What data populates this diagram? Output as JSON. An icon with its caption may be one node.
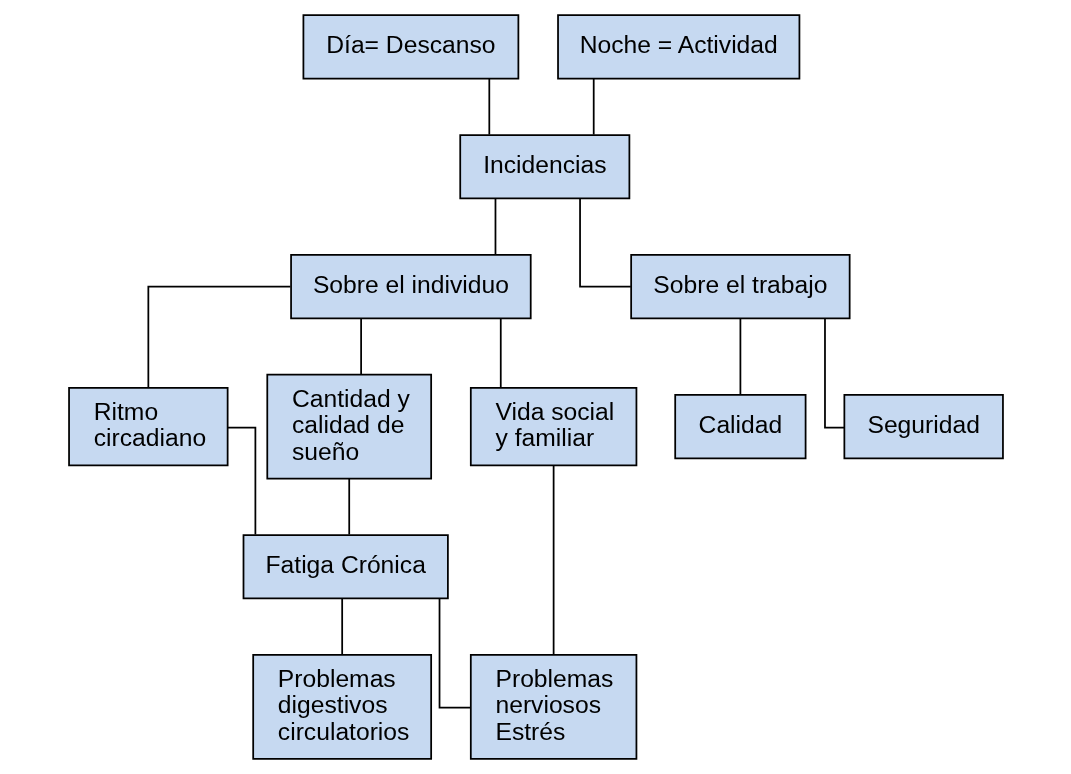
{
  "diagram": {
    "nodes": [
      {
        "text": [
          "Día= Descanso"
        ]
      },
      {
        "text": [
          "Noche = Actividad"
        ]
      },
      {
        "text": [
          "Incidencias"
        ]
      },
      {
        "text": [
          "Sobre el individuo"
        ]
      },
      {
        "text": [
          "Sobre el trabajo"
        ]
      },
      {
        "text": [
          "Ritmo circadiano"
        ]
      },
      {
        "text": [
          "Cantidad y calidad de sueño"
        ]
      },
      {
        "text": [
          "Vida social y familiar"
        ]
      },
      {
        "text": [
          "Calidad"
        ]
      },
      {
        "text": [
          "Seguridad"
        ]
      },
      {
        "text": [
          "Fatiga Crónica"
        ]
      },
      {
        "text": [
          "Problemas digestivos circulatorios"
        ]
      },
      {
        "text": [
          "Problemas nerviosos Estrés"
        ]
      }
    ],
    "edges": [
      {
        "from": 0,
        "to": 2,
        "arrow": "none"
      },
      {
        "from": 1,
        "to": 2,
        "arrow": "none"
      },
      {
        "from": 2,
        "to": 3,
        "arrow": "none"
      },
      {
        "from": 2,
        "to": 4,
        "arrow": "none"
      },
      {
        "from": 3,
        "to": 5,
        "arrow": "none"
      },
      {
        "from": 3,
        "to": 6,
        "arrow": "none"
      },
      {
        "from": 3,
        "to": 7,
        "arrow": "none"
      },
      {
        "from": 4,
        "to": 8,
        "arrow": "none"
      },
      {
        "from": 4,
        "to": 9,
        "arrow": "none"
      },
      {
        "from": 5,
        "to": 10,
        "arrow": "none"
      },
      {
        "from": 6,
        "to": 10,
        "arrow": "none"
      },
      {
        "from": 10,
        "to": 11,
        "arrow": "none"
      },
      {
        "from": 10,
        "to": 12,
        "arrow": "none"
      },
      {
        "from": 7,
        "to": 12,
        "arrow": "none"
      }
    ]
  }
}
